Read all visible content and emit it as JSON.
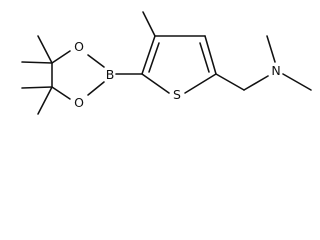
{
  "molecule": {
    "atoms": {
      "boron": "B",
      "ring_oxygen_top": "O",
      "ring_oxygen_bottom": "O",
      "sulfur": "S",
      "nitrogen": "N"
    },
    "colors": {
      "ink": "#111111",
      "background": "#ffffff"
    }
  }
}
